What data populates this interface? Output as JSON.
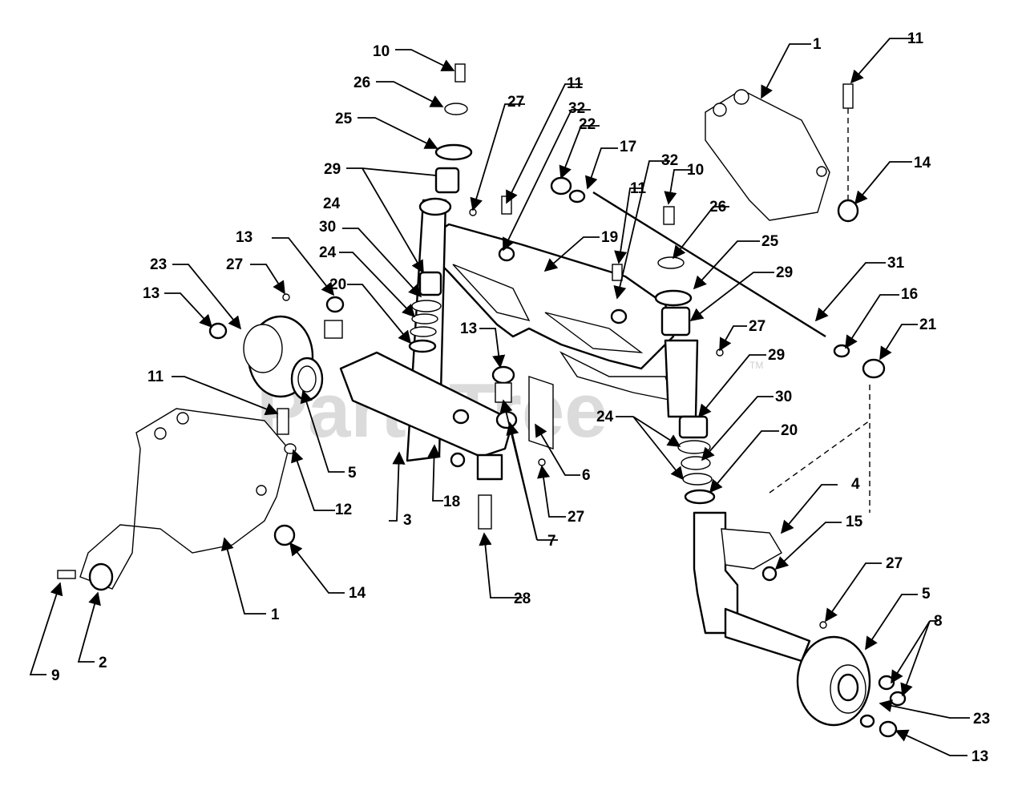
{
  "watermark": {
    "text": "PartsTree",
    "trademark": "TM"
  },
  "callouts": [
    {
      "id": "c-10-top",
      "label": "10"
    },
    {
      "id": "c-26-top",
      "label": "26"
    },
    {
      "id": "c-25-top",
      "label": "25"
    },
    {
      "id": "c-29-top",
      "label": "29"
    },
    {
      "id": "c-27-top",
      "label": "27"
    },
    {
      "id": "c-11-mid",
      "label": "11"
    },
    {
      "id": "c-32-left",
      "label": "32"
    },
    {
      "id": "c-22",
      "label": "22"
    },
    {
      "id": "c-17",
      "label": "17"
    },
    {
      "id": "c-1-top",
      "label": "1"
    },
    {
      "id": "c-11-right",
      "label": "11"
    },
    {
      "id": "c-14-right",
      "label": "14"
    },
    {
      "id": "c-32-right",
      "label": "32"
    },
    {
      "id": "c-10-right",
      "label": "10"
    },
    {
      "id": "c-11-center",
      "label": "11"
    },
    {
      "id": "c-26-right",
      "label": "26"
    },
    {
      "id": "c-25-right",
      "label": "25"
    },
    {
      "id": "c-29-right",
      "label": "29"
    },
    {
      "id": "c-31",
      "label": "31"
    },
    {
      "id": "c-16",
      "label": "16"
    },
    {
      "id": "c-21",
      "label": "21"
    },
    {
      "id": "c-27-right",
      "label": "27"
    },
    {
      "id": "c-29-right2",
      "label": "29"
    },
    {
      "id": "c-30-right",
      "label": "30"
    },
    {
      "id": "c-20-right",
      "label": "20"
    },
    {
      "id": "c-24-right",
      "label": "24"
    },
    {
      "id": "c-24-left",
      "label": "24"
    },
    {
      "id": "c-30-left",
      "label": "30"
    },
    {
      "id": "c-24-left2",
      "label": "24"
    },
    {
      "id": "c-20-left",
      "label": "20"
    },
    {
      "id": "c-13-upper",
      "label": "13"
    },
    {
      "id": "c-27-left",
      "label": "27"
    },
    {
      "id": "c-23-left",
      "label": "23"
    },
    {
      "id": "c-13-left",
      "label": "13"
    },
    {
      "id": "c-19",
      "label": "19"
    },
    {
      "id": "c-13-center",
      "label": "13"
    },
    {
      "id": "c-11-left",
      "label": "11"
    },
    {
      "id": "c-5-left",
      "label": "5"
    },
    {
      "id": "c-12",
      "label": "12"
    },
    {
      "id": "c-3",
      "label": "3"
    },
    {
      "id": "c-18",
      "label": "18"
    },
    {
      "id": "c-6",
      "label": "6"
    },
    {
      "id": "c-27-center",
      "label": "27"
    },
    {
      "id": "c-7",
      "label": "7"
    },
    {
      "id": "c-28",
      "label": "28"
    },
    {
      "id": "c-14-left",
      "label": "14"
    },
    {
      "id": "c-1-left",
      "label": "1"
    },
    {
      "id": "c-2",
      "label": "2"
    },
    {
      "id": "c-9",
      "label": "9"
    },
    {
      "id": "c-4",
      "label": "4"
    },
    {
      "id": "c-15",
      "label": "15"
    },
    {
      "id": "c-27-bottom",
      "label": "27"
    },
    {
      "id": "c-5-right",
      "label": "5"
    },
    {
      "id": "c-8",
      "label": "8"
    },
    {
      "id": "c-23-right",
      "label": "23"
    },
    {
      "id": "c-13-right",
      "label": "13"
    }
  ]
}
